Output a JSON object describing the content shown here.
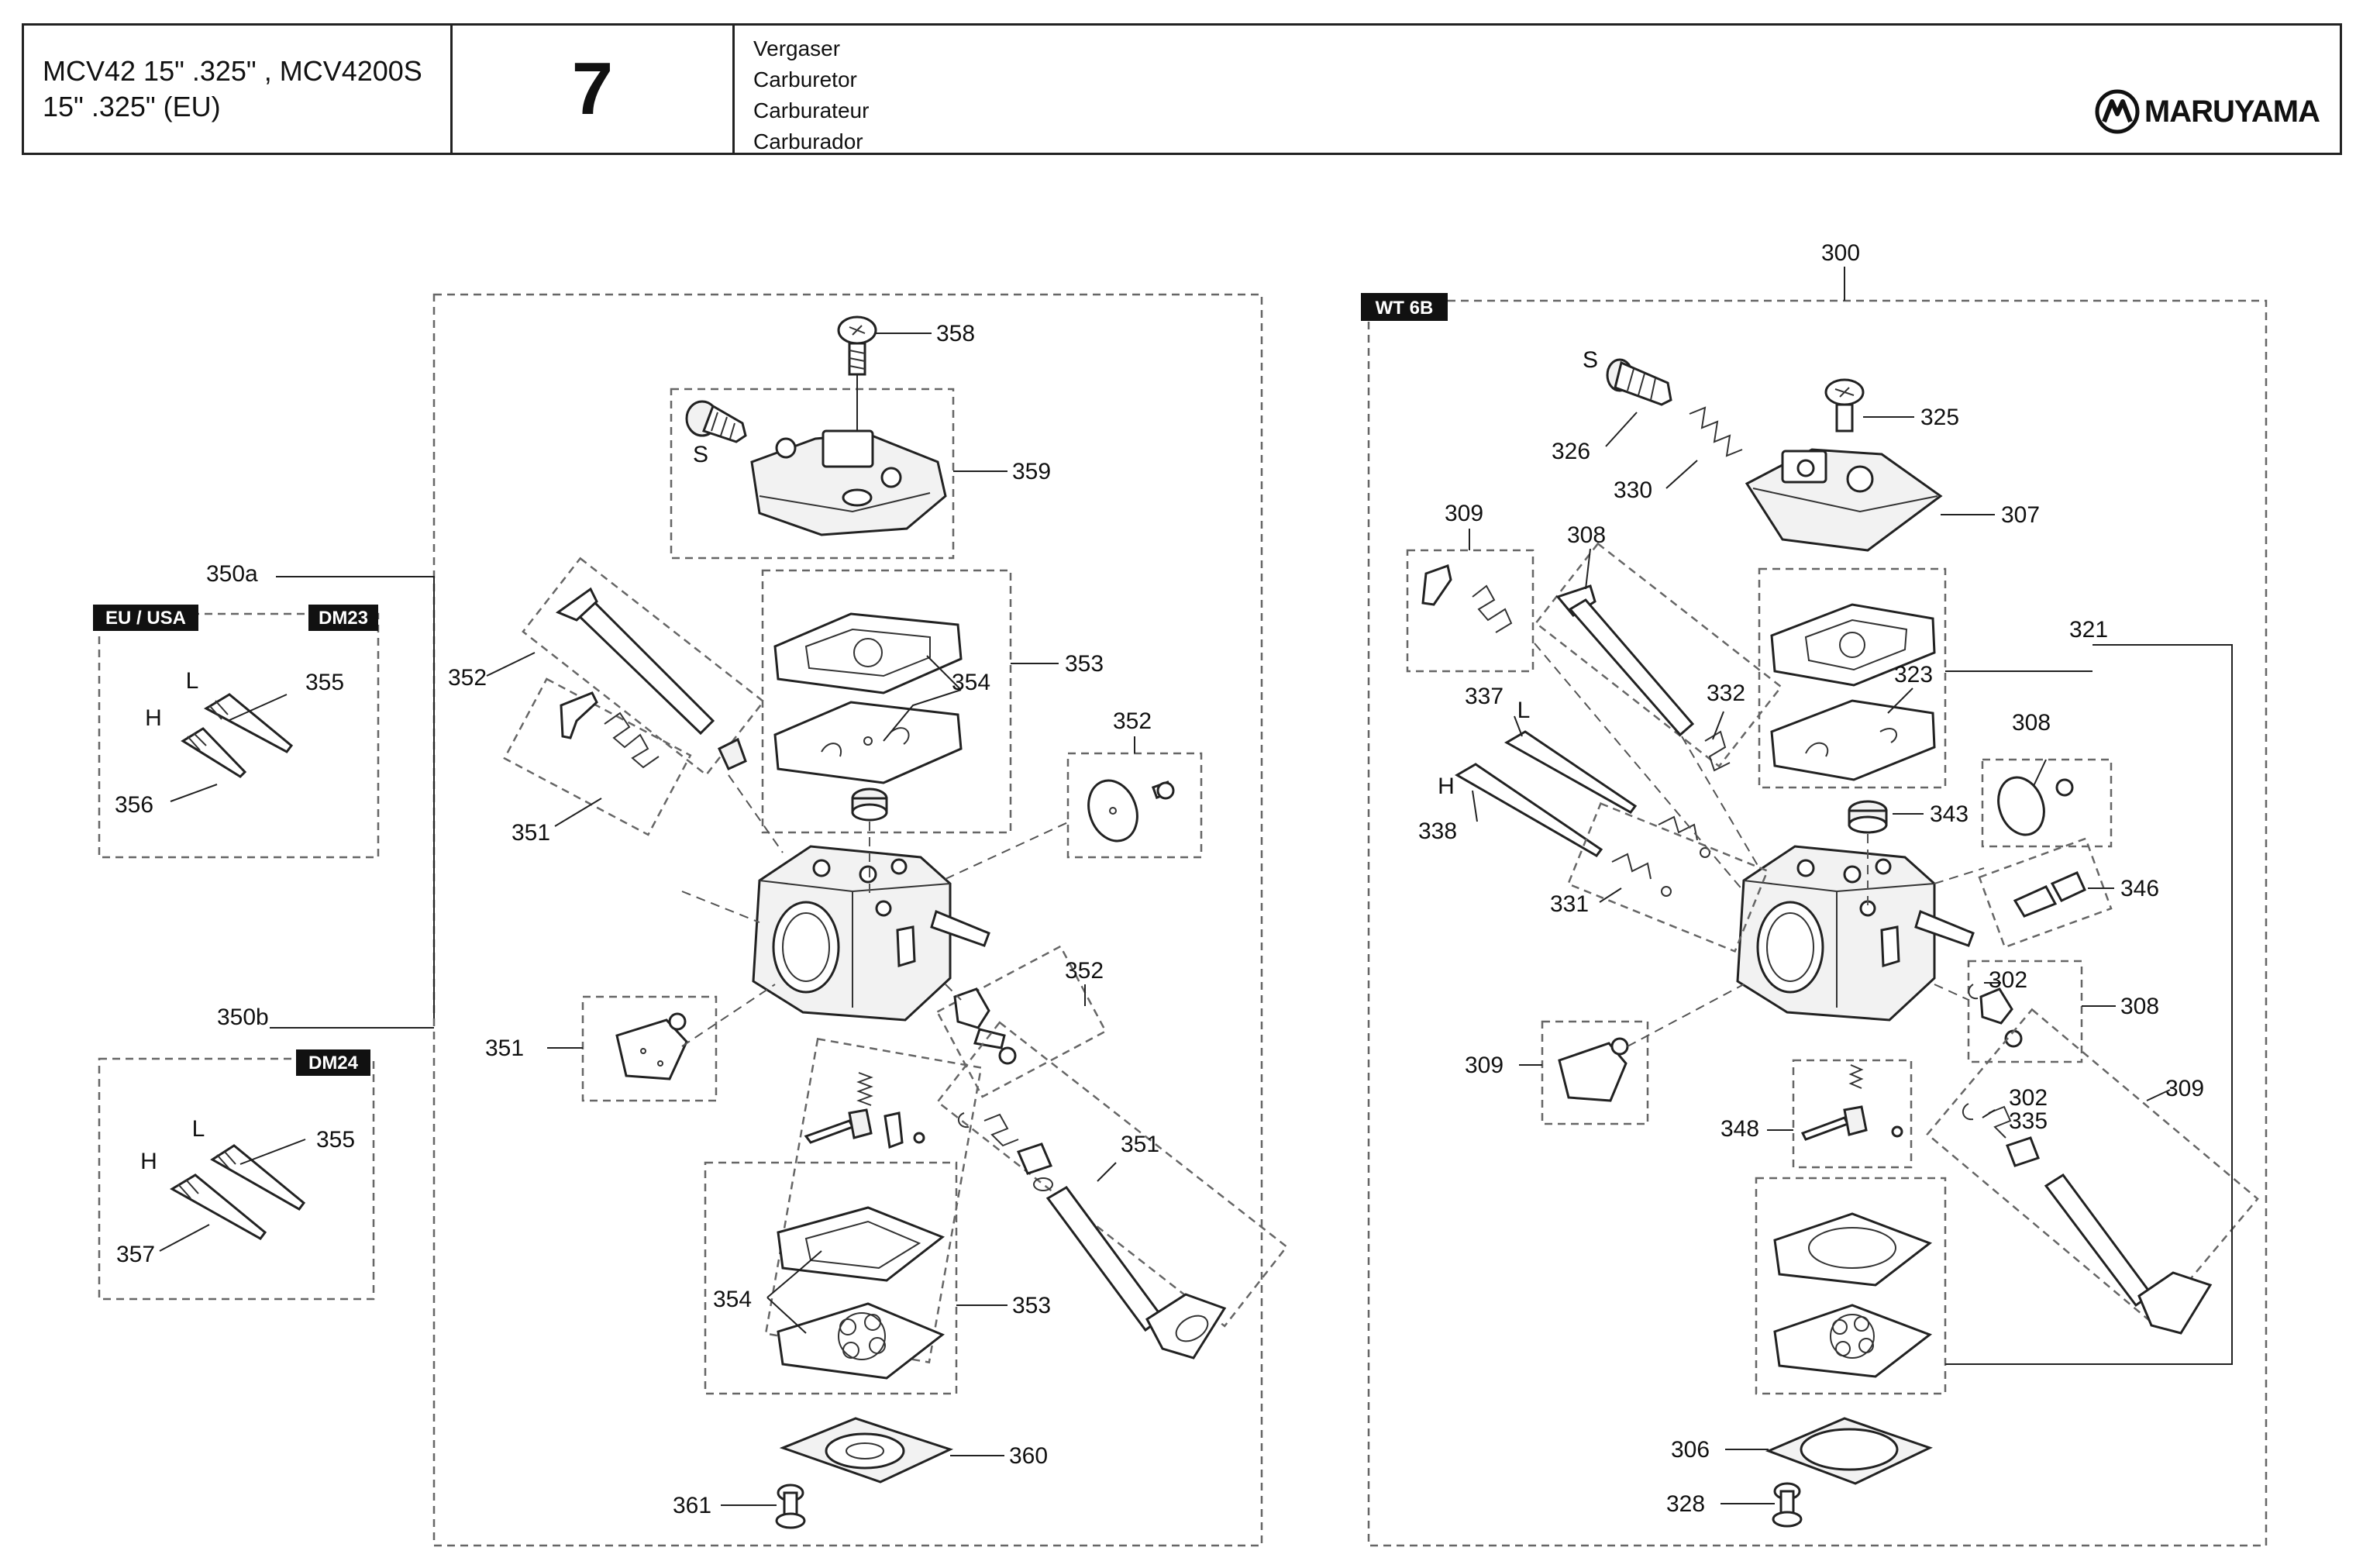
{
  "header": {
    "model": [
      "MCV42 15\" .325\" , MCV4200S",
      "15\" .325\" (EU)"
    ],
    "page_number": "7",
    "titles": [
      "Vergaser",
      "Carburetor",
      "Carburateur",
      "Carburador"
    ],
    "brand": "MARUYAMA"
  },
  "tags": {
    "eu_usa": "EU / USA",
    "dm23": "DM23",
    "dm24": "DM24",
    "wt6b": "WT 6B"
  },
  "letters": {
    "s": "S",
    "l": "L",
    "h": "H"
  },
  "callouts": {
    "c358": "358",
    "c359": "359",
    "c350a": "350a",
    "c355a": "355",
    "c356": "356",
    "c352a": "352",
    "c354a": "354",
    "c353a": "353",
    "c352b": "352",
    "c351a": "351",
    "c352c": "352",
    "c351b": "351",
    "c350b": "350b",
    "c355b": "355",
    "c357": "357",
    "c351c": "351",
    "c354b": "354",
    "c353b": "353",
    "c360": "360",
    "c361": "361",
    "c300": "300",
    "c325": "325",
    "c326": "326",
    "c330": "330",
    "c307": "307",
    "c309a": "309",
    "c308a": "308",
    "c321": "321",
    "c323": "323",
    "c332": "332",
    "c337": "337",
    "c308b": "308",
    "c338": "338",
    "c343": "343",
    "c346": "346",
    "c331": "331",
    "c302a": "302",
    "c308c": "308",
    "c309b": "309",
    "c309c": "309",
    "c302b": "302",
    "c335": "335",
    "c348": "348",
    "c306": "306",
    "c328": "328"
  }
}
